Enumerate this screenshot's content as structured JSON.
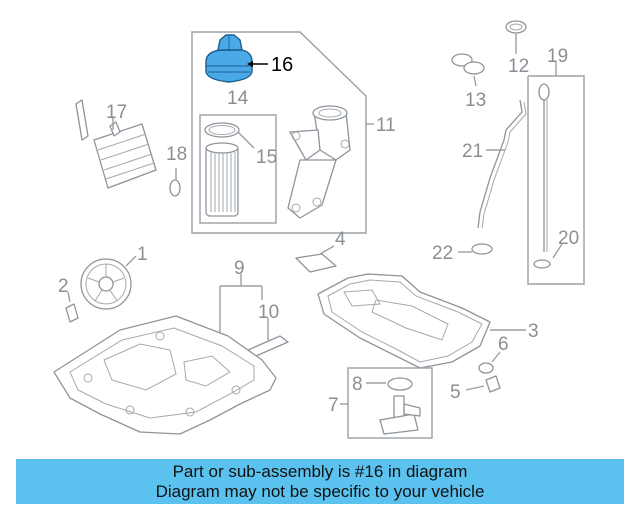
{
  "callouts": {
    "c1": "1",
    "c2": "2",
    "c3": "3",
    "c4": "4",
    "c5": "5",
    "c6": "6",
    "c7": "7",
    "c8": "8",
    "c9": "9",
    "c10": "10",
    "c11": "11",
    "c12": "12",
    "c13": "13",
    "c14": "14",
    "c15": "15",
    "c16": "16",
    "c17": "17",
    "c18": "18",
    "c19": "19",
    "c20": "20",
    "c21": "21",
    "c22": "22"
  },
  "highlight": {
    "part": "16",
    "color": "#4aa9e6"
  },
  "banner": {
    "line1": "Part or sub-assembly is #16 in diagram",
    "line2": "Diagram may not be specific to your vehicle",
    "background": "#5bc2ef"
  }
}
